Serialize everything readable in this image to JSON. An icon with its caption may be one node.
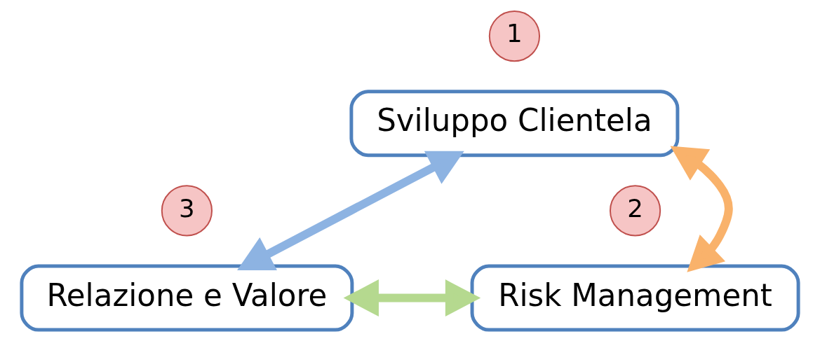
{
  "diagram": {
    "nodes": [
      {
        "text": [
          "1"
        ]
      },
      {
        "text": [
          "Sviluppo Clientela"
        ]
      },
      {
        "text": [
          "3"
        ]
      },
      {
        "text": [
          "2"
        ]
      },
      {
        "text": [
          "Relazione e Valore"
        ]
      },
      {
        "text": [
          "Risk Management"
        ]
      }
    ],
    "edges": [
      {
        "from": 1,
        "to": 4,
        "arrow": "both",
        "color": "#8db3e2"
      },
      {
        "from": 1,
        "to": 5,
        "arrow": "both",
        "color": "#f9b26b"
      },
      {
        "from": 4,
        "to": 5,
        "arrow": "both",
        "color": "#b5d98f"
      }
    ]
  }
}
